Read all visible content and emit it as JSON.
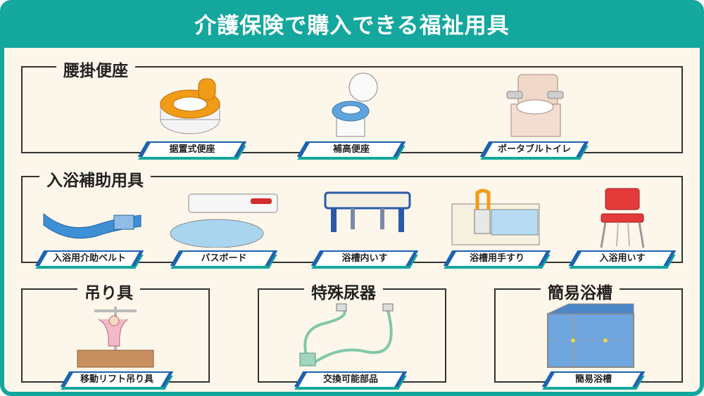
{
  "header": {
    "title": "介護保険で購入できる福祉用具"
  },
  "sections": {
    "toilet_seat": {
      "title": "腰掛便座",
      "items": [
        "据置式便座",
        "補高便座",
        "ポータブルトイレ"
      ]
    },
    "bathing_aids": {
      "title": "入浴補助用具",
      "items": [
        "入浴用介助ベルト",
        "バスボード",
        "浴槽内いす",
        "浴槽用手すり",
        "入浴用いす"
      ]
    },
    "lift_sling": {
      "title": "吊り具",
      "items": [
        "移動リフト吊り具"
      ]
    },
    "urinal": {
      "title": "特殊尿器",
      "items": [
        "交換可能部品"
      ]
    },
    "simple_tub": {
      "title": "簡易浴槽",
      "items": [
        "簡易浴槽"
      ]
    }
  },
  "colors": {
    "accent": "#14a79d",
    "tag_blue": "#1d62b0",
    "background": "#fdf6ea"
  }
}
